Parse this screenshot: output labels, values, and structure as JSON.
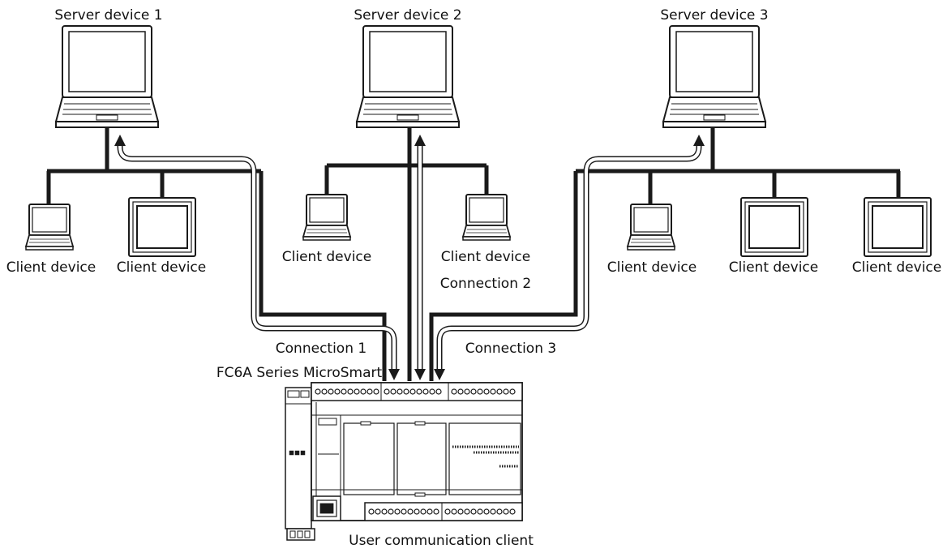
{
  "servers": [
    {
      "label": "Server device 1"
    },
    {
      "label": "Server device 2"
    },
    {
      "label": "Server device 3"
    }
  ],
  "clients": [
    {
      "label": "Client device",
      "kind": "laptop"
    },
    {
      "label": "Client device",
      "kind": "panel"
    },
    {
      "label": "Client device",
      "kind": "laptop"
    },
    {
      "label": "Client device",
      "kind": "laptop"
    },
    {
      "label": "Client device",
      "kind": "laptop"
    },
    {
      "label": "Client device",
      "kind": "panel"
    },
    {
      "label": "Client device",
      "kind": "panel"
    }
  ],
  "connections": [
    {
      "label": "Connection 1"
    },
    {
      "label": "Connection 2"
    },
    {
      "label": "Connection 3"
    }
  ],
  "controller": {
    "label": "FC6A Series MicroSmart",
    "role": "User communication client"
  },
  "colors": {
    "line": "#1a1a1a",
    "device_fill": "#ffffff",
    "screen_fill": "#ffffff"
  }
}
